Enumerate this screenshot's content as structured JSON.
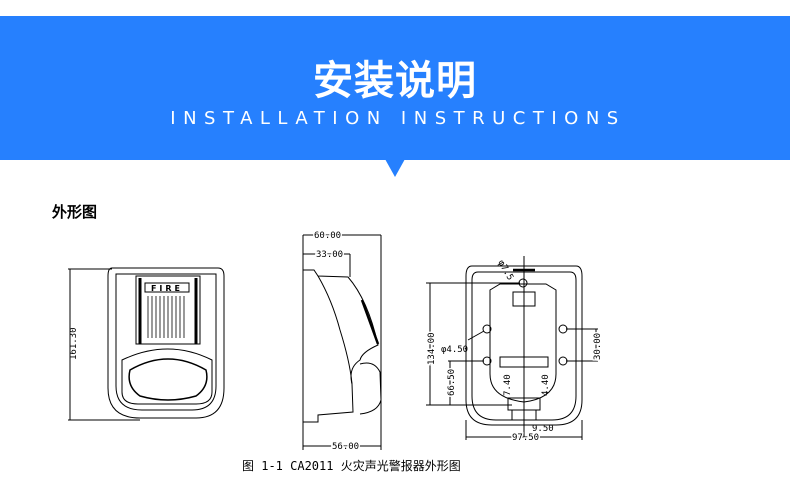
{
  "header": {
    "title": "安装说明",
    "subtitle": "INSTALLATION INSTRUCTIONS",
    "accent_color": "#2680fe"
  },
  "section": {
    "title": "外形图"
  },
  "front_view": {
    "height_dim": "161.30",
    "label_text": "FIRE"
  },
  "side_view": {
    "top_dim": "60.00",
    "inner_dim": "33.00",
    "bottom_dim": "56.00"
  },
  "rear_view": {
    "hole_top": "φ7.5",
    "hole_mount": "φ4.50",
    "height_dim": "134.00",
    "lower_dim": "66.50",
    "spacing_dim": "30.00",
    "left_small": "7.40",
    "right_small": "4.40",
    "bottom_small": "9.50",
    "width_dim": "97.50"
  },
  "caption": "图 1-1 CA2011 火灾声光警报器外形图"
}
